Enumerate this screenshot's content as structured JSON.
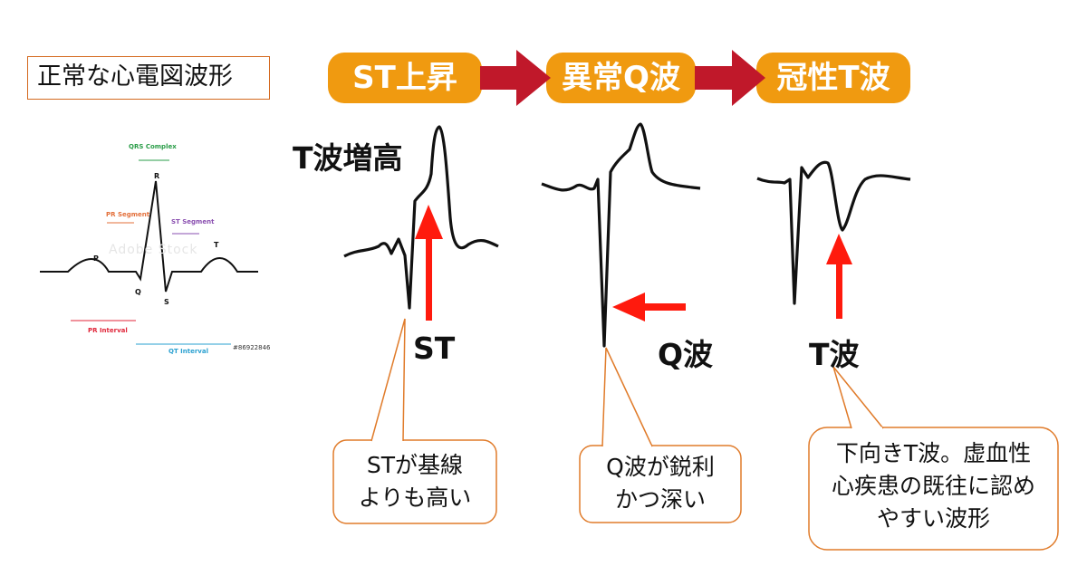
{
  "normal_title": "正常な心電図波形",
  "stages": [
    "ST上昇",
    "異常Q波",
    "冠性T波"
  ],
  "normal_ecg": {
    "qrs_complex": "QRS Complex",
    "pr_segment": "PR Segment",
    "st_segment": "ST Segment",
    "pr_interval": "PR Interval",
    "qt_interval": "QT Interval",
    "p": "P",
    "q": "Q",
    "r": "R",
    "s": "S",
    "t": "T",
    "stock_id": "#86922846",
    "watermark": "Adobe Stock"
  },
  "labels": {
    "t_peak": "T波増高",
    "st": "ST",
    "q_wave": "Q波",
    "t_wave": "T波"
  },
  "callouts": {
    "st_line1": "STが基線",
    "st_line2": "よりも高い",
    "q_line1": "Q波が鋭利",
    "q_line2": "かつ深い",
    "t_line1": "下向きT波。虚血性",
    "t_line2": "心疾患の既往に認め",
    "t_line3": "やすい波形"
  },
  "colors": {
    "stage_fill": "#f09a10",
    "arrow_dark_red": "#c0182a",
    "arrow_red": "#ff1a0d",
    "callout_border": "#e07b2a",
    "title_border": "#d4691e"
  }
}
